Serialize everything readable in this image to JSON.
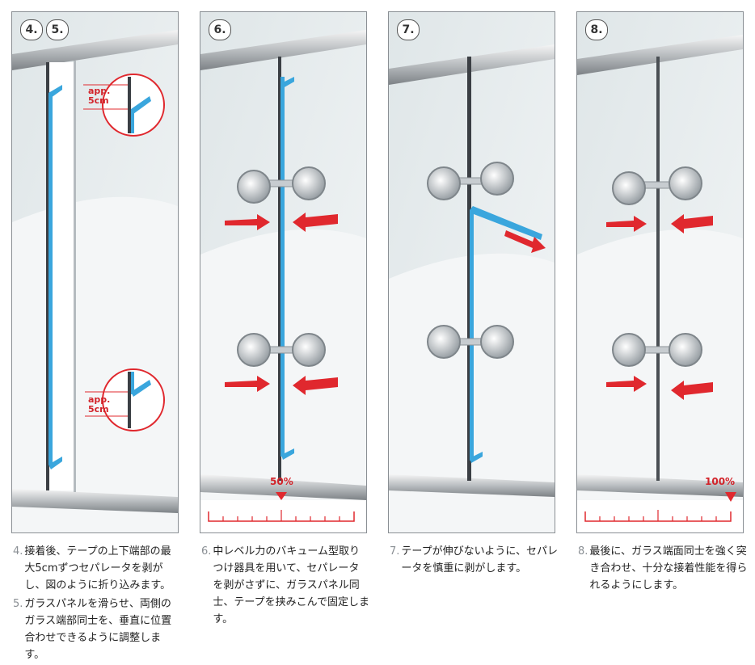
{
  "panels": [
    {
      "numbers": [
        "4.",
        "5."
      ],
      "labels": [
        "app.\n5cm",
        "app.\n5cm"
      ]
    },
    {
      "numbers": [
        "6."
      ],
      "percent": "50%"
    },
    {
      "numbers": [
        "7."
      ]
    },
    {
      "numbers": [
        "8."
      ],
      "percent": "100%"
    }
  ],
  "captions": [
    [
      {
        "num": "4.",
        "text": "接着後、テープの上下端部の最大5cmずつセパレータを剥がし、図のように折り込みます。"
      },
      {
        "num": "5.",
        "text": "ガラスパネルを滑らせ、両側のガラス端部同士を、垂直に位置合わせできるように調整します。"
      }
    ],
    [
      {
        "num": "6.",
        "text": "中レベル力のバキューム型取りつけ器具を用いて、セパレータを剥がさずに、ガラスパネル同士、テープを挟みこんで固定します。"
      }
    ],
    [
      {
        "num": "7.",
        "text": "テープが伸びないように、セパレータを慎重に剥がします。"
      }
    ],
    [
      {
        "num": "8.",
        "text": "最後に、ガラス端面同士を強く突き合わせ、十分な接着性能を得られるようにします。"
      }
    ]
  ],
  "colors": {
    "tape": "#3aa6dd",
    "arrow": "#e0282e",
    "gap": "#3b3f44",
    "glass": "#e9eef0"
  }
}
